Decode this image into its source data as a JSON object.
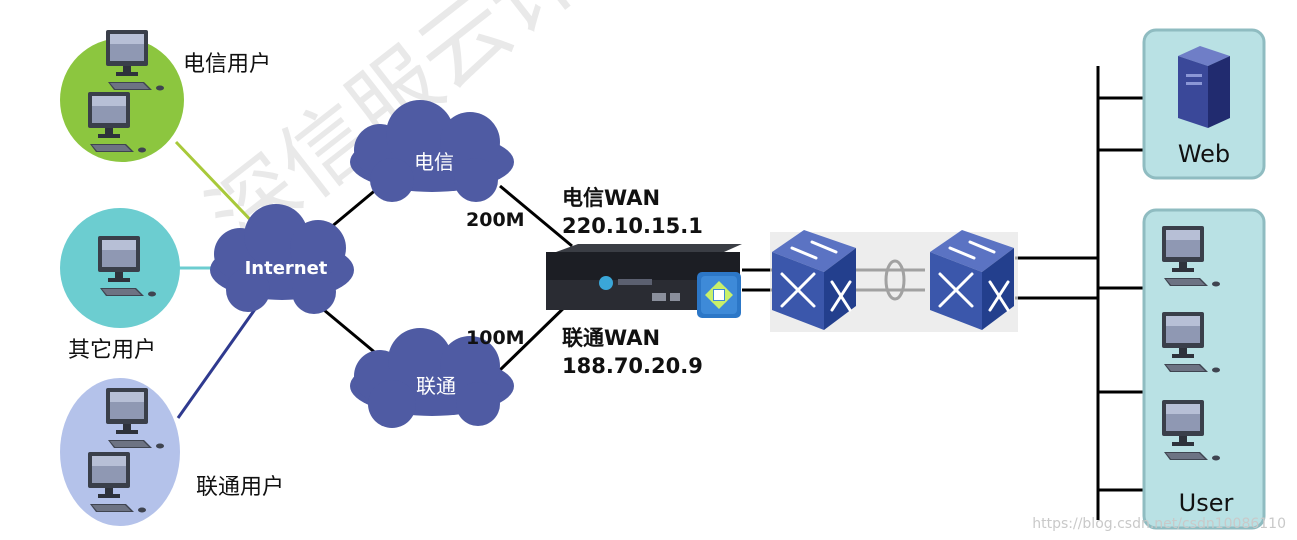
{
  "user_groups": {
    "telecom": "电信用户",
    "other": "其它用户",
    "unicom": "联通用户"
  },
  "clouds": {
    "internet": "Internet",
    "telecom": "电信",
    "unicom": "联通"
  },
  "links": {
    "telecom_bandwidth": "200M",
    "unicom_bandwidth": "100M"
  },
  "wan": {
    "telecom_name": "电信WAN",
    "telecom_ip": "220.10.15.1",
    "unicom_name": "联通WAN",
    "unicom_ip": "188.70.20.9"
  },
  "servers": {
    "web": "Web",
    "user": "User"
  },
  "watermark": {
    "diagonal": "深信服云计算",
    "url": "https://blog.csdn.net/csdn10086110"
  },
  "colors": {
    "cloud": "#4f5ba3",
    "telecom_group": "#8cc63f",
    "other_group": "#6ccdd0",
    "unicom_group": "#b4c2ea",
    "server_box": "#b9e1e4",
    "switch": "#2f4a9a"
  }
}
